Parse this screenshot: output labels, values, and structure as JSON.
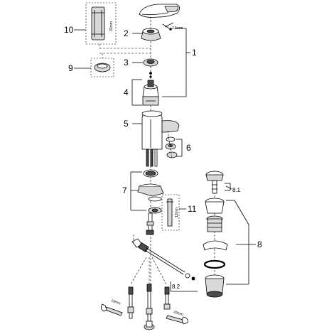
{
  "callouts": {
    "c1": "1",
    "c2": "2",
    "c3": "3",
    "c4": "4",
    "c5": "5",
    "c6": "6",
    "c7": "7",
    "c8": "8",
    "c8_1": "8.1",
    "c8_2": "8.2",
    "c9": "9",
    "c10": "10",
    "c11": "11"
  },
  "dimensions": {
    "d32mm": "32mm",
    "d2_5mm": "2,5mm",
    "d13mm": "13mm",
    "d19mm_a": "19mm",
    "d19mm_b": "19mm"
  }
}
